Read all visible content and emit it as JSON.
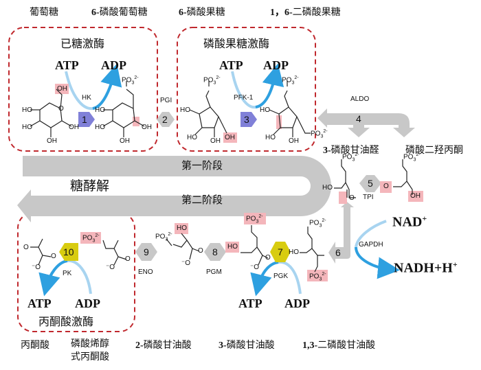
{
  "top_labels": {
    "glucose": "葡萄糖",
    "g6p_prefix": "6-",
    "g6p_rest": "磷酸葡萄糖",
    "f6p_prefix": "6-",
    "f6p_rest": "磷酸果糖",
    "f16bp_prefix": "1，6-",
    "f16bp_rest": "二磷酸果糖"
  },
  "enzyme_boxes": {
    "hexokinase": "已糖激酶",
    "pfk": "磷酸果糖激酶",
    "pyruvate_kinase": "丙酮酸激酶"
  },
  "cofactors": {
    "atp": "ATP",
    "adp": "ADP",
    "nad": "NAD",
    "nad_sup": "+",
    "nadh": "NADH+H",
    "nadh_sup": "+"
  },
  "steps": [
    {
      "number": "1",
      "enzyme": "HK",
      "color": "#8080d8"
    },
    {
      "number": "2",
      "enzyme": "PGI",
      "color": "#c8c8c8"
    },
    {
      "number": "3",
      "enzyme": "PFK-1",
      "color": "#8080d8"
    },
    {
      "number": "4",
      "enzyme": "ALDO",
      "color": "#c8c8c8"
    },
    {
      "number": "5",
      "enzyme": "TPI",
      "color": "#c8c8c8"
    },
    {
      "number": "6",
      "enzyme": "GAPDH",
      "color": "#c8c8c8"
    },
    {
      "number": "7",
      "enzyme": "PGK",
      "color": "#d8cc10"
    },
    {
      "number": "8",
      "enzyme": "PGM",
      "color": "#c8c8c8"
    },
    {
      "number": "9",
      "enzyme": "ENO",
      "color": "#c8c8c8"
    },
    {
      "number": "10",
      "enzyme": "PK",
      "color": "#d8cc10"
    }
  ],
  "middle_labels": {
    "g3p_prefix": "3-",
    "g3p_rest": "磷酸甘油醛",
    "dhap": "磷酸二羟丙酮"
  },
  "pathway": {
    "title": "糖酵解",
    "stage1": "第一阶段",
    "stage2": "第二阶段"
  },
  "bottom_labels": {
    "pyruvate": "丙酮酸",
    "pep_line1": "磷酸烯醇",
    "pep_line2": "式丙酮酸",
    "pg2_prefix": "2-",
    "pg2_rest": "磷酸甘油酸",
    "pg3_prefix": "3-",
    "pg3_rest": "磷酸甘油酸",
    "bpg_prefix": "1,3-",
    "bpg_rest": "二磷酸甘油酸"
  },
  "chem": {
    "po3": "PO",
    "po3_sub": "3",
    "po3_sup": "2-",
    "oh": "OH",
    "ho": "HO",
    "o": "O",
    "o_minus": "⁻O"
  },
  "colors": {
    "dashed_box": "#c0282d",
    "highlight": "#f4b6bb",
    "arrow_blue": "#2ea0e0",
    "arrow_lightblue": "#a8d4f0",
    "pathway_gray": "#c8c8c8",
    "step_purple": "#8080d8",
    "step_yellow": "#d8cc10"
  }
}
